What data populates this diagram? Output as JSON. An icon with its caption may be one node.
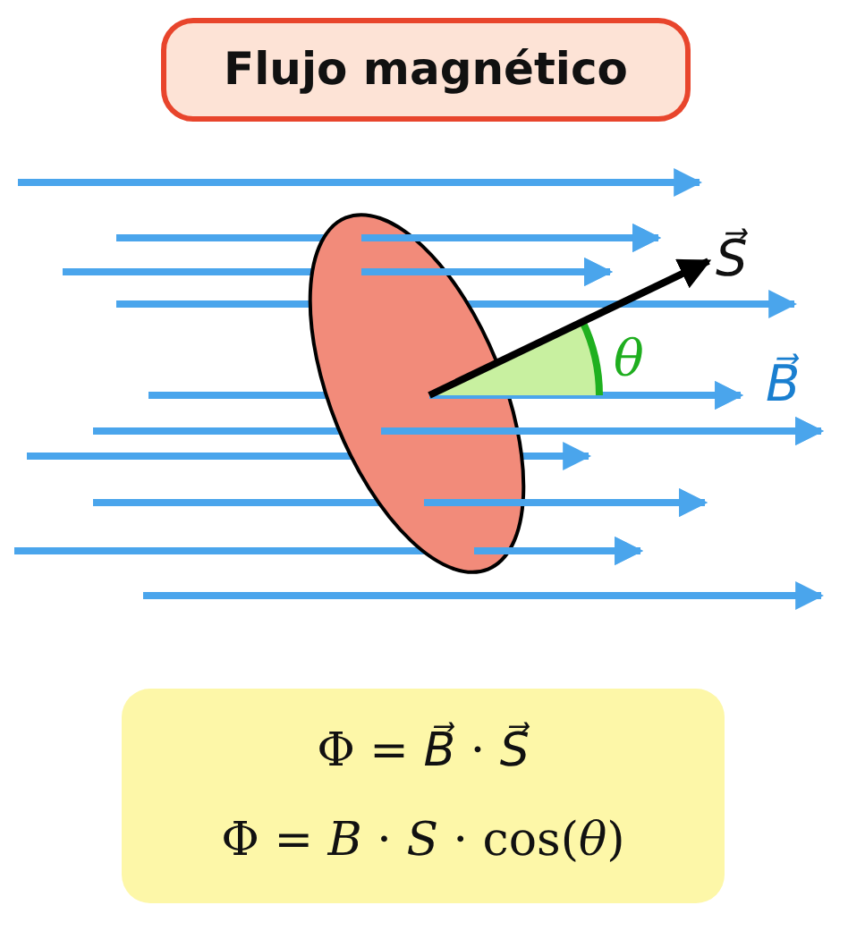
{
  "diagram": {
    "title": "Flujo magnético",
    "nodes": [
      {
        "text": [
          "Φ = *B⃗* · *S⃗*",
          "Φ = *B* · *S* · cos(*θ*)"
        ]
      }
    ],
    "labels": [
      "S⃗",
      "θ",
      "B⃗"
    ]
  }
}
